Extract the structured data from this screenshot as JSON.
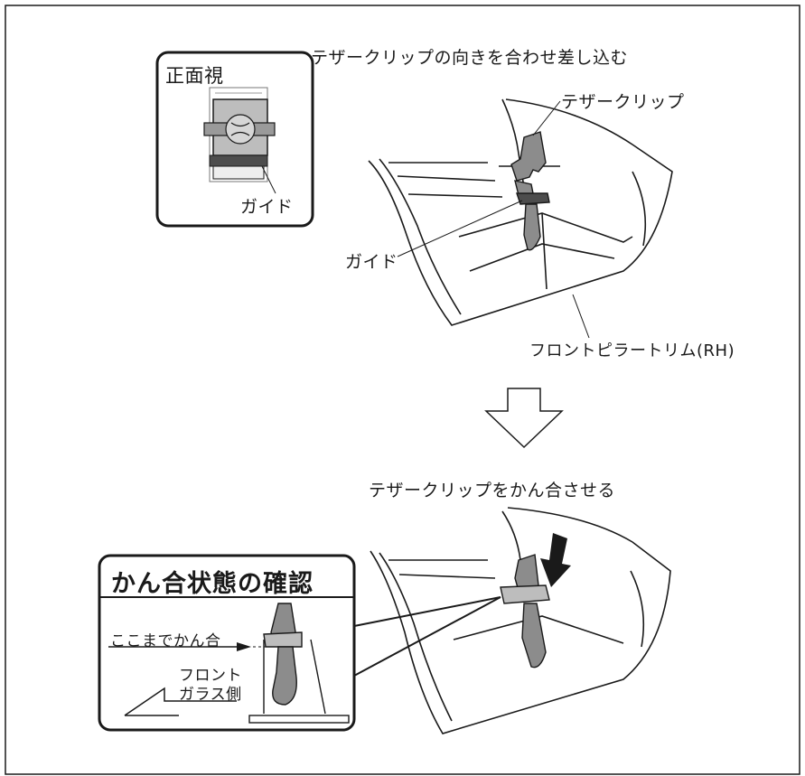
{
  "captions": {
    "top": "テザークリップの向きを合わせ差し込む",
    "bottom": "テザークリップをかん合させる"
  },
  "labels": {
    "tether_clip": "テザークリップ",
    "guide": "ガイド",
    "front_pillar_trim": "フロントピラートリム(RH)"
  },
  "inset_front_view": {
    "title": "正面視",
    "guide": "ガイド"
  },
  "engagement_check": {
    "title": "かん合状態の確認",
    "engage_line": "ここまでかん合",
    "windshield_side_line1": "フロント",
    "windshield_side_line2": "ガラス側"
  },
  "colors": {
    "line": "#1a1a1a",
    "clip_fill": "#8c8c8c",
    "guide_fill": "#4d4d4d",
    "inset_fill": "#bdbdbd"
  },
  "icons": {
    "step_arrow": "down-arrow-outline-icon",
    "push_arrow": "down-arrow-solid-icon"
  }
}
